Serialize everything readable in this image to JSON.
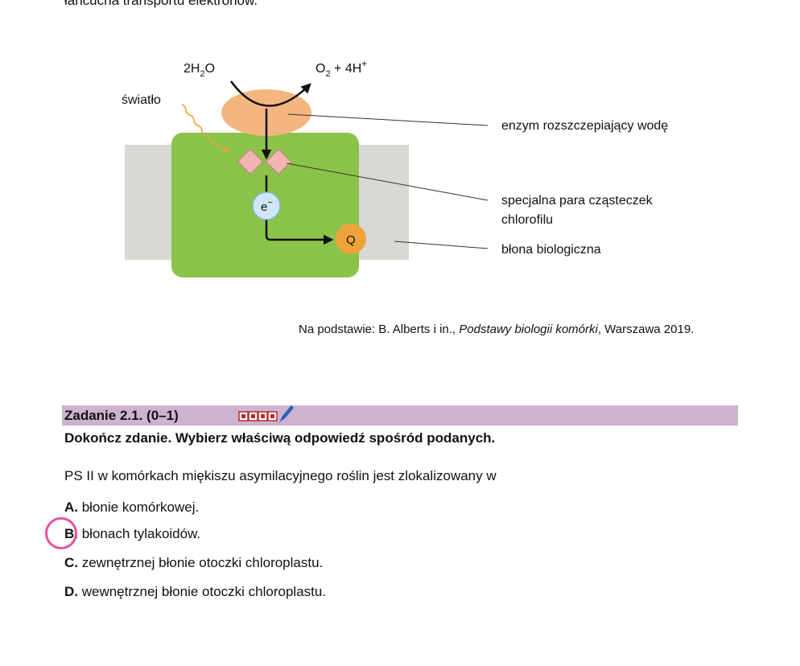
{
  "top_text": "łańcucha transportu elektronów.",
  "diagram": {
    "water": "2H",
    "water_sub": "2",
    "water_end": "O",
    "oxygen": "O",
    "oxygen_sub": "2",
    "oxygen_mid": " + 4H",
    "oxygen_sup": "+",
    "light": "światło",
    "electron": "e",
    "electron_sup": "−",
    "quinone": "Q",
    "label_enzyme": "enzym rozszczepiający wodę",
    "label_pair_line1": "specjalna para cząsteczek",
    "label_pair_line2": "chlorofilu",
    "label_membrane": "błona biologiczna",
    "colors": {
      "membrane": "#d6dad3",
      "complex": "#8bc34a",
      "enzyme": "#f4b67e",
      "chlorophyll": "#f2b3b3",
      "electron": "#cfe6f6",
      "quinone": "#f0a23a",
      "light_wave": "#e8a33a"
    }
  },
  "source": {
    "prefix": "Na podstawie: B. Alberts i in., ",
    "title": "Podstawy biologii komórki",
    "suffix": ", Warszawa 2019."
  },
  "task": {
    "title": "Zadanie 2.1. (0–1)",
    "instruction": "Dokończ zdanie. Wybierz właściwą odpowiedź spośród podanych.",
    "question": "PS II w komórkach miękiszu asymilacyjnego roślin jest zlokalizowany w",
    "options": [
      {
        "letter": "A.",
        "text": " błonie komórkowej."
      },
      {
        "letter": "B.",
        "text": " błonach tylakoidów."
      },
      {
        "letter": "C.",
        "text": " zewnętrznej błonie otoczki chloroplastu."
      },
      {
        "letter": "D.",
        "text": " wewnętrznej błonie otoczki chloroplastu."
      }
    ],
    "selected": "B",
    "highlight_color": "#cdb3d0",
    "selection_color": "#e6519a"
  }
}
